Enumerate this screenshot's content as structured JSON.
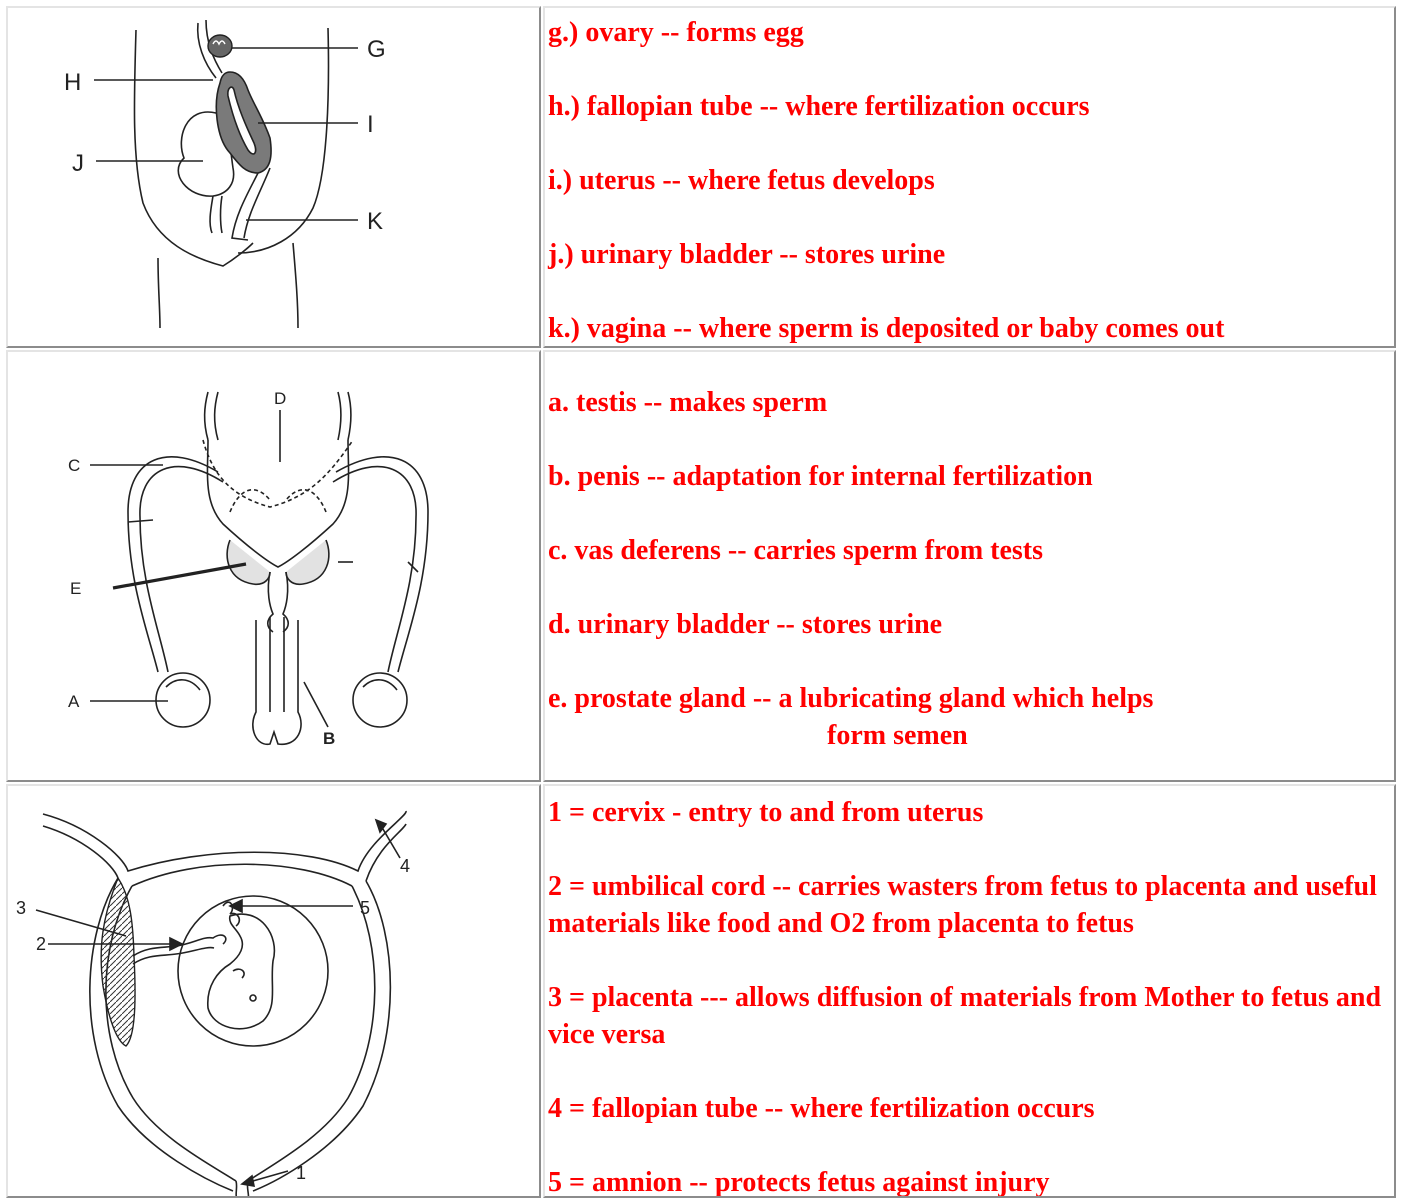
{
  "rows": [
    {
      "labels": [
        "G",
        "H",
        "I",
        "J",
        "K"
      ],
      "entries": [
        "g.)  ovary -- forms egg",
        "h.)  fallopian tube -- where fertilization occurs",
        "i.) uterus -- where fetus develops",
        "j.)  urinary bladder -- stores urine",
        "k.)  vagina -- where sperm is deposited or baby comes out"
      ]
    },
    {
      "labels": [
        "D",
        "C",
        "E",
        "A",
        "B"
      ],
      "entries": [
        "a.   testis -- makes sperm",
        "b.  penis -- adaptation for internal fertilization",
        "c. vas deferens -- carries sperm from tests",
        "d.  urinary bladder -- stores urine"
      ],
      "last_entry_line1": "e.   prostate gland -- a lubricating gland which helps",
      "last_entry_line2": "form semen"
    },
    {
      "labels": [
        "4",
        "3",
        "5",
        "2",
        "1"
      ],
      "entries": [
        "1 =   cervix - entry to and from uterus",
        "2 =  umbilical cord -- carries wasters from fetus to placenta and useful materials like food and O2 from placenta to fetus",
        "3 =  placenta --- allows diffusion of materials from Mother to fetus and vice versa",
        "4 =  fallopian tube -- where fertilization occurs",
        "5 =  amnion -- protects fetus against injury"
      ]
    }
  ]
}
